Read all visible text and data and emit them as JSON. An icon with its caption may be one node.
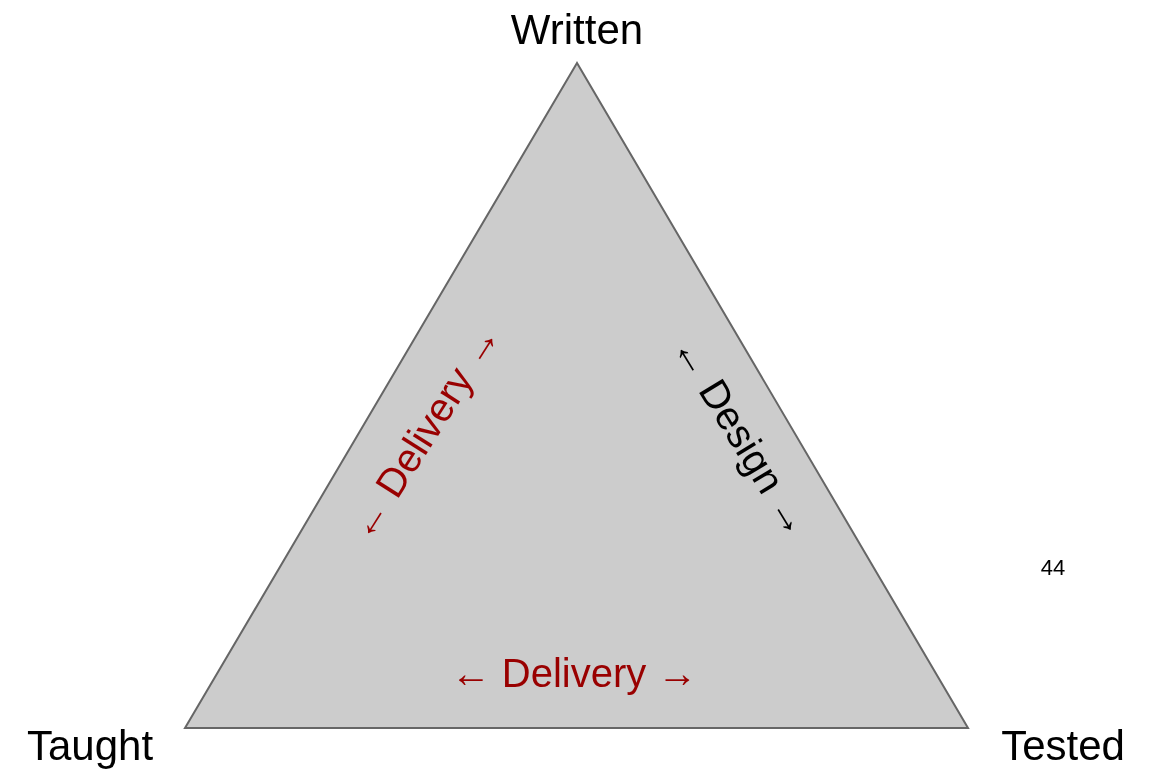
{
  "diagram": {
    "labels": [
      "Written",
      "← Delivery →",
      "← Design →",
      "44",
      "← Delivery →",
      "Taught",
      "Tested"
    ]
  }
}
